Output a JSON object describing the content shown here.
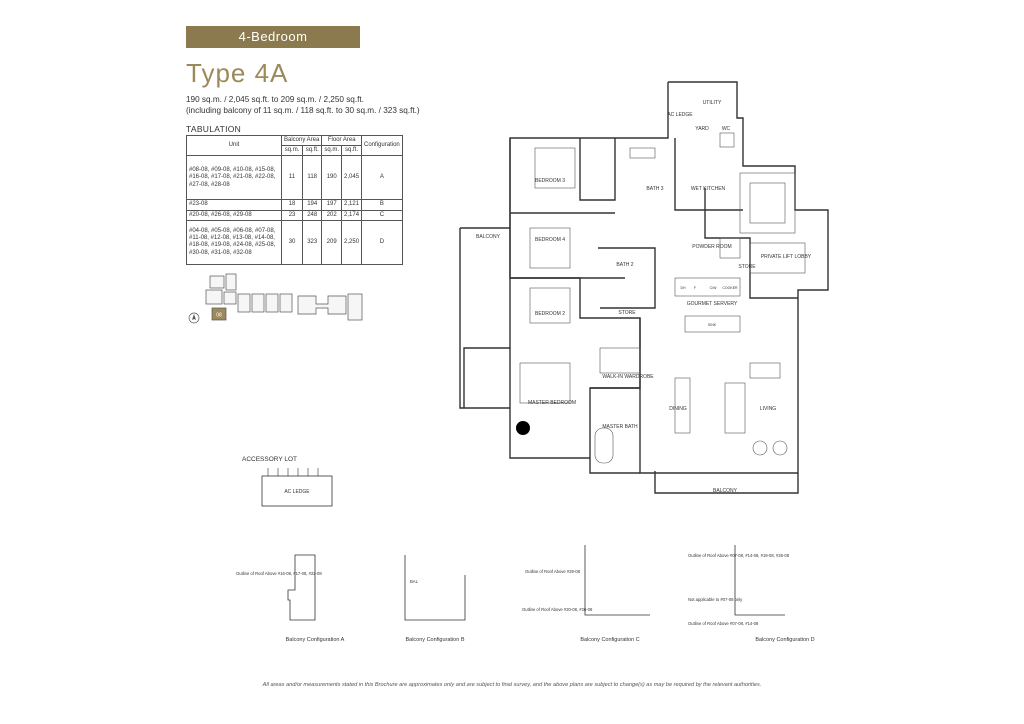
{
  "header": {
    "badge": "4-Bedroom",
    "type_title": "Type 4A",
    "area_line1": "190 sq.m. / 2,045 sq.ft. to 209 sq.m. / 2,250 sq.ft.",
    "area_line2": "(including balcony of 11 sq.m. / 118 sq.ft. to 30 sq.m. / 323 sq.ft.)"
  },
  "tabulation": {
    "heading": "TABULATION",
    "col_unit": "Unit",
    "col_balcony": "Balcony Area",
    "col_floor": "Floor Area",
    "col_config": "Configuration",
    "sqm": "sq.m.",
    "sqft": "sq.ft.",
    "rows": [
      {
        "units": "#08-08, #09-08, #10-08, #15-08, #16-08, #17-08, #21-08, #22-08, #27-08, #28-08",
        "bal_sqm": "11",
        "bal_sqft": "118",
        "floor_sqm": "190",
        "floor_sqft": "2,045",
        "config": "A"
      },
      {
        "units": "#23-08",
        "bal_sqm": "18",
        "bal_sqft": "194",
        "floor_sqm": "197",
        "floor_sqft": "2,121",
        "config": "B"
      },
      {
        "units": "#20-08, #26-08, #29-08",
        "bal_sqm": "23",
        "bal_sqft": "248",
        "floor_sqm": "202",
        "floor_sqft": "2,174",
        "config": "C"
      },
      {
        "units": "#04-08, #05-08, #06-08, #07-08, #11-08, #12-08, #13-08, #14-08, #18-08, #19-08, #24-08, #25-08, #30-08, #31-08, #32-08",
        "bal_sqm": "30",
        "bal_sqft": "323",
        "floor_sqm": "209",
        "floor_sqft": "2,250",
        "config": "D"
      }
    ]
  },
  "keyplan": {
    "unit_tag": "08"
  },
  "floorplan": {
    "rooms": {
      "utility": "UTILITY",
      "ac_ledge": "AC LEDGE",
      "yard": "YARD",
      "wc": "WC",
      "bedroom3": "BEDROOM 3",
      "bath3": "BATH 3",
      "wet_kitchen": "WET KITCHEN",
      "balcony_side": "BALCONY",
      "bedroom4": "BEDROOM 4",
      "bath2": "BATH 2",
      "powder_room": "POWDER ROOM",
      "store_small": "STORE",
      "private_lift_lobby": "PRIVATE LIFT LOBBY",
      "bedroom2": "BEDROOM 2",
      "store": "STORE",
      "gourmet_servery": "GOURMET SERVERY",
      "walk_in_wardrobe": "WALK-IN WARDROBE",
      "master_bedroom": "MASTER BEDROOM",
      "master_bath": "MASTER BATH",
      "dining": "DINING",
      "living": "LIVING",
      "balcony_bottom": "BALCONY",
      "dh": "DH",
      "appl_f": "F",
      "appl_cw": "C/W",
      "appl_cooker": "COOKER",
      "sink": "SINK"
    }
  },
  "accessory": {
    "title": "ACCESSORY LOT",
    "label": "AC LEDGE"
  },
  "configs": {
    "a_label": "Balcony Configuration A",
    "b_label": "Balcony Configuration B",
    "c_label": "Balcony Configuration C",
    "d_label": "Balcony Configuration D",
    "a_note": "Outline of Roof Above #16-08, #17-08, #22-08",
    "c_note1": "Outline of Roof Above #29-08",
    "c_note2": "Outline of Roof Above #20-08, #26-08",
    "d_note1": "Outline of Roof Above #07-08, #14-08, #19-08, #25-08",
    "d_note2": "Not applicable to #07-08 only",
    "d_note3": "Outline of Roof Above #07-08, #14-08",
    "bal": "BAL"
  },
  "footer": {
    "disclaimer": "All areas and/or measurements stated in this Brochure are approximates only and are subject to final survey, and the above plans are subject to change(s) as may be required by the relevant authorities."
  }
}
